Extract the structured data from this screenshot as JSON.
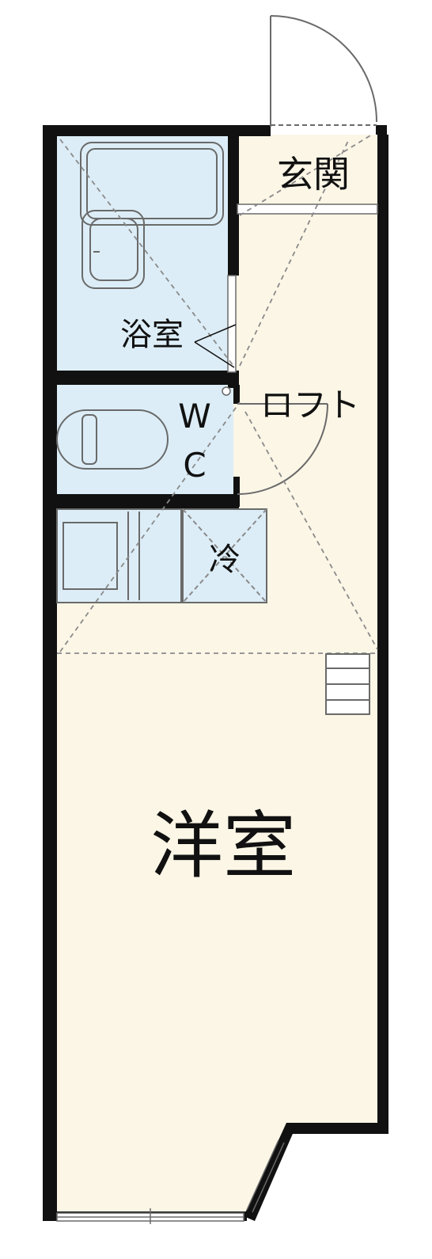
{
  "rooms": {
    "entrance": "玄関",
    "bathroom": "浴室",
    "wc_top": "W",
    "wc_bottom": "C",
    "loft": "ロフト",
    "fridge": "冷",
    "western_room": "洋室"
  },
  "colors": {
    "wall": "#111111",
    "wet_area": "#dcedf7",
    "floor": "#fbf6e6",
    "fixture_line": "#6a6a6a",
    "dashed_line": "#8a8a8a"
  }
}
